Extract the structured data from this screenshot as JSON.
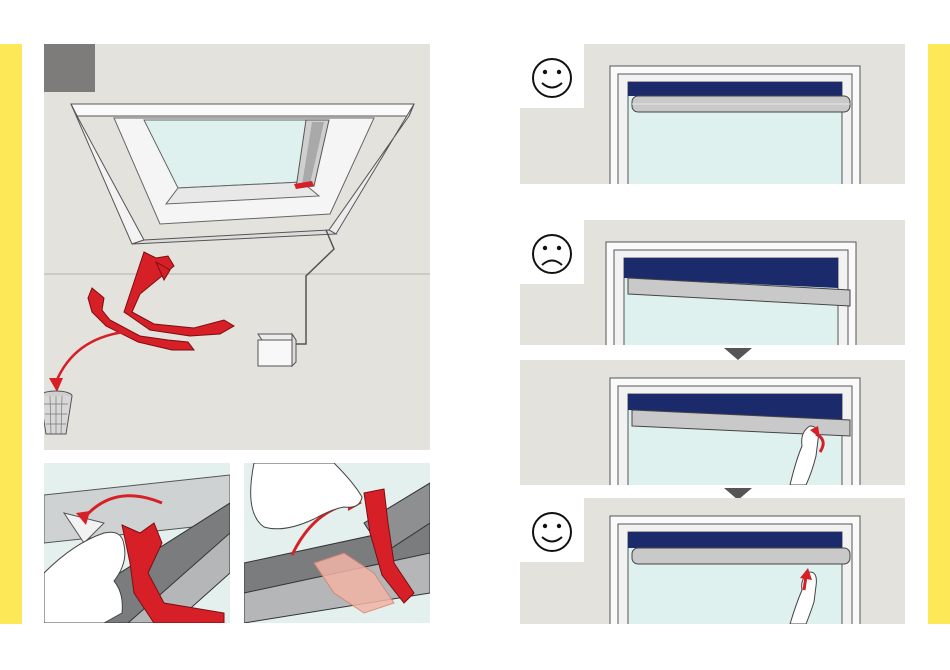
{
  "page": {
    "background": "#ffffff"
  },
  "colors": {
    "edge_tab": "#fde957",
    "panel_bg": "#e4e2dc",
    "seal_red": "#d61f26",
    "blind_navy": "#1b2a6b",
    "glass": "#dff1ef",
    "step_marker": "#808080",
    "arrow_marker": "#555555"
  },
  "left_page": {
    "step_marker": "dark-grey-square",
    "main_illustration": [
      "roof-window",
      "red-packaging-pieces",
      "waste-basket",
      "control-box",
      "cable"
    ],
    "detail_panels": [
      "remove-seal-step-1",
      "remove-seal-step-2"
    ]
  },
  "right_page": {
    "steps": [
      {
        "mood": "happy-face-icon",
        "blind": "level"
      },
      {
        "mood": "sad-face-icon",
        "blind": "tilted"
      },
      {
        "mood": "",
        "blind": "hand-adjusting",
        "arrow_before": "down-triangle-icon"
      },
      {
        "mood": "happy-face-icon",
        "blind": "level-hand",
        "arrow_before": "down-triangle-icon"
      }
    ]
  }
}
